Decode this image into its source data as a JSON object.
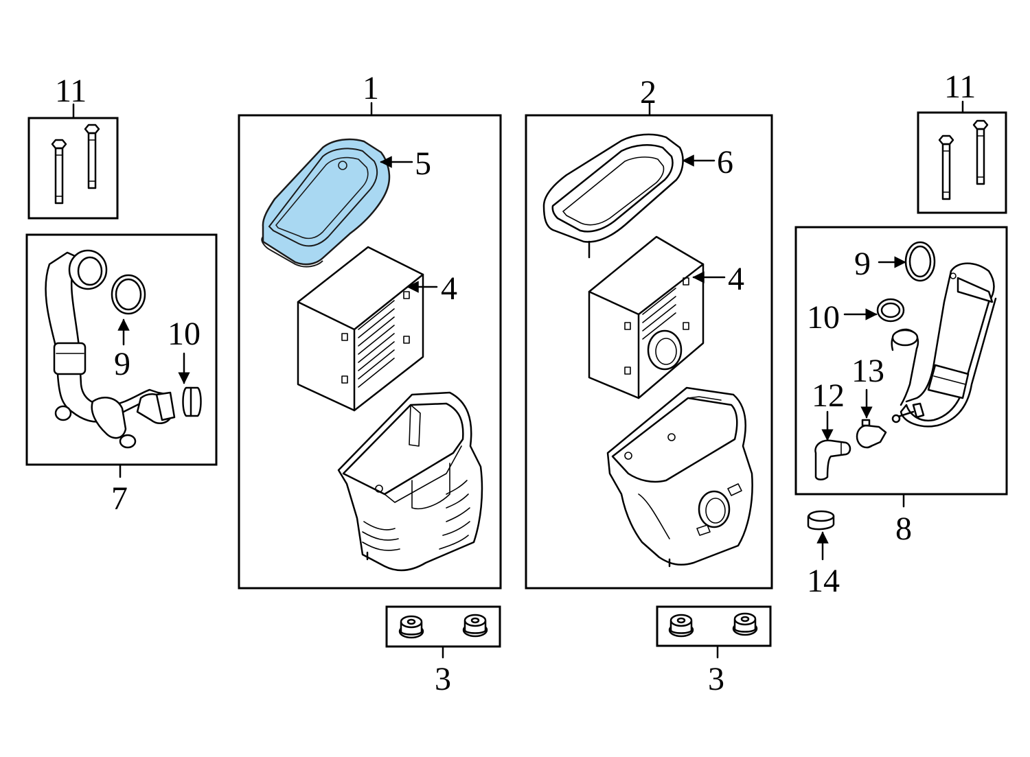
{
  "colors": {
    "highlight": "#a9d8f2",
    "highlight_stroke": "#1a1a1a",
    "line": "#000000",
    "background": "#ffffff"
  },
  "labels": {
    "l11_left": "11",
    "l1": "1",
    "l2": "2",
    "l11_right": "11",
    "l5": "5",
    "l6": "6",
    "l4_left": "4",
    "l4_right": "4",
    "l9_left": "9",
    "l10_left": "10",
    "l7": "7",
    "l9_right": "9",
    "l10_right": "10",
    "l12": "12",
    "l13": "13",
    "l8": "8",
    "l14": "14",
    "l3_left": "3",
    "l3_right": "3"
  }
}
